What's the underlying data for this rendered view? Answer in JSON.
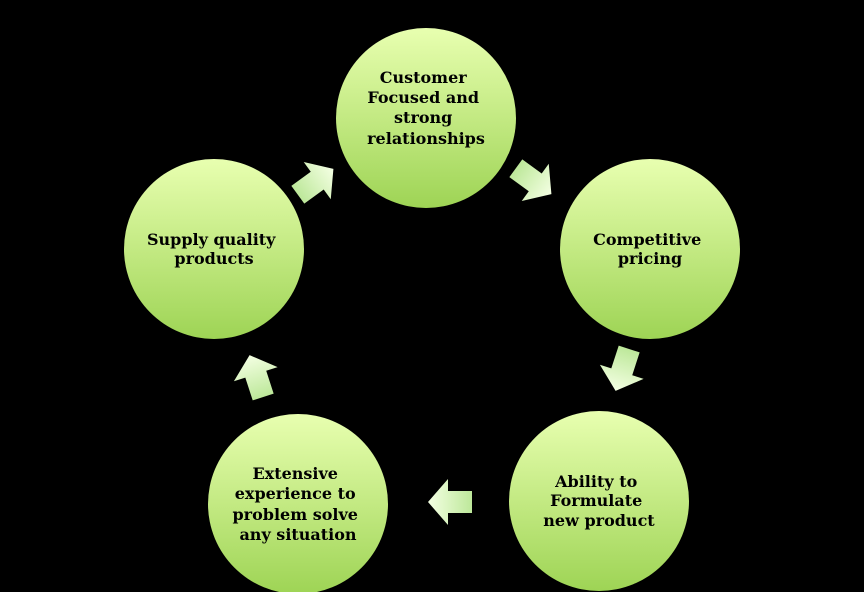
{
  "diagram": {
    "type": "cycle",
    "nodes": [
      {
        "id": "customer",
        "lines": [
          "Customer",
          "Focused and",
          "strong",
          "relationships"
        ]
      },
      {
        "id": "pricing",
        "lines": [
          "Competitive",
          "pricing"
        ]
      },
      {
        "id": "formulate",
        "lines": [
          "Ability to",
          "Formulate",
          "new product"
        ]
      },
      {
        "id": "experience",
        "lines": [
          "Extensive",
          "experience to",
          "problem solve",
          "any situation"
        ]
      },
      {
        "id": "quality",
        "lines": [
          "Supply quality",
          "products"
        ]
      }
    ],
    "edges": [
      {
        "from": "customer",
        "to": "pricing"
      },
      {
        "from": "pricing",
        "to": "formulate"
      },
      {
        "from": "formulate",
        "to": "experience"
      },
      {
        "from": "experience",
        "to": "quality"
      },
      {
        "from": "quality",
        "to": "customer"
      }
    ]
  },
  "colors": {
    "background": "#000000",
    "circle_light": "#e8ffb0",
    "circle_dark": "#9ed455",
    "arrow_light": "#f4ffe3",
    "arrow_dark": "#bde89a",
    "text": "#000000"
  }
}
